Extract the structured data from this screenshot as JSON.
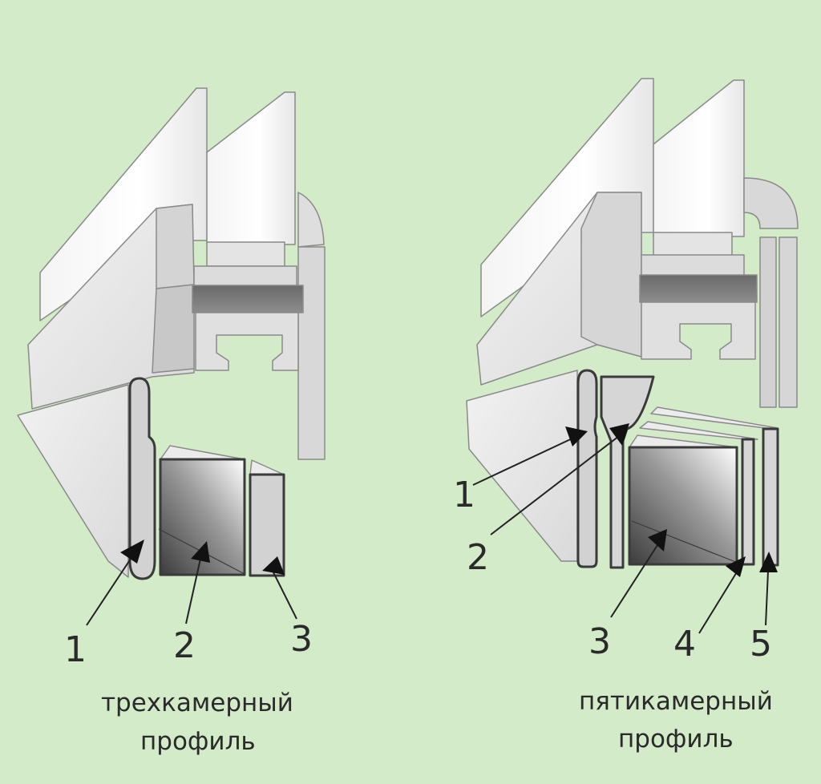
{
  "colors": {
    "background": "#d4ebca",
    "outline": "#3a3a3a",
    "label": "#2a2a2a"
  },
  "profiles": [
    {
      "caption_line1": "трехкамерный",
      "caption_line2": "профиль",
      "chamber_labels": [
        "1",
        "2",
        "3"
      ]
    },
    {
      "caption_line1": "пятикамерный",
      "caption_line2": "профиль",
      "chamber_labels": [
        "1",
        "2",
        "3",
        "4",
        "5"
      ]
    }
  ]
}
